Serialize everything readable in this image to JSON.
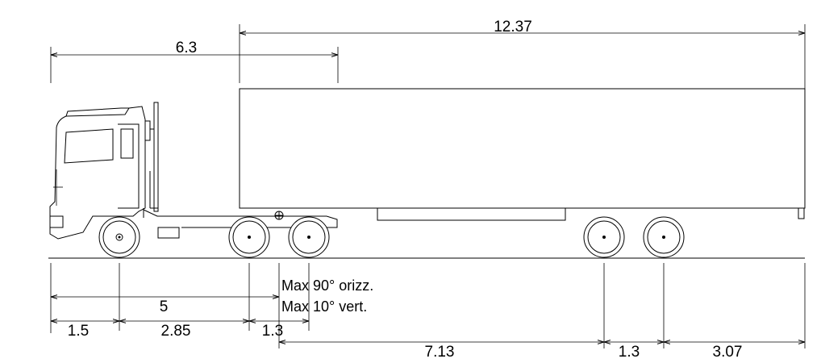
{
  "dimensions": {
    "trailer_length": "12.37",
    "tractor_overall": "6.3",
    "front_overhang": "1.5",
    "first_wheelbase": "2.85",
    "tandem_spacing": "1.3",
    "tractor_wheelbase": "5",
    "kingpin_to_trailer_axle": "7.13",
    "trailer_tandem_spacing": "1.3",
    "trailer_rear_overhang": "3.07"
  },
  "notes": {
    "horizontal": "Max 90° orizz.",
    "vertical": "Max 10° vert."
  }
}
